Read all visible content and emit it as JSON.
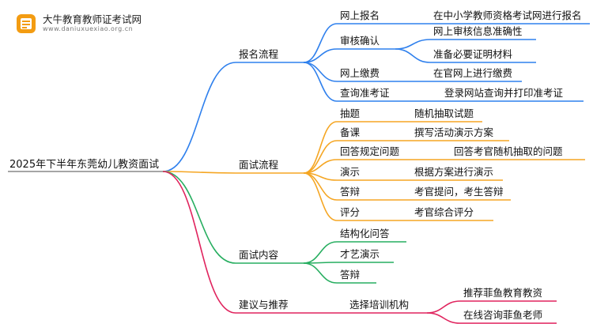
{
  "logo": {
    "name": "大牛教育教师证考试网",
    "url": "www.daniuxuexiao.org.cn"
  },
  "root": "2025年下半年东莞幼儿教资面试",
  "colors": {
    "blue": "#2f80ed",
    "orange": "#f5a623",
    "green": "#27ae60",
    "pink": "#e0245e"
  },
  "branches": [
    {
      "label": "报名流程",
      "color": "blue",
      "children": [
        {
          "label": "网上报名",
          "children": [
            "在中小学教师资格考试网进行报名"
          ]
        },
        {
          "label": "审核确认",
          "children": [
            "网上审核信息准确性",
            "准备必要证明材料"
          ]
        },
        {
          "label": "网上缴费",
          "children": [
            "在官网上进行缴费"
          ]
        },
        {
          "label": "查询准考证",
          "children": [
            "登录网站查询并打印准考证"
          ]
        }
      ]
    },
    {
      "label": "面试流程",
      "color": "orange",
      "children": [
        {
          "label": "抽题",
          "children": [
            "随机抽取试题"
          ]
        },
        {
          "label": "备课",
          "children": [
            "撰写活动演示方案"
          ]
        },
        {
          "label": "回答规定问题",
          "children": [
            "回答考官随机抽取的问题"
          ]
        },
        {
          "label": "演示",
          "children": [
            "根据方案进行演示"
          ]
        },
        {
          "label": "答辩",
          "children": [
            "考官提问，考生答辩"
          ]
        },
        {
          "label": "评分",
          "children": [
            "考官综合评分"
          ]
        }
      ]
    },
    {
      "label": "面试内容",
      "color": "green",
      "children": [
        {
          "label": "结构化问答",
          "children": []
        },
        {
          "label": "才艺演示",
          "children": []
        },
        {
          "label": "答辩",
          "children": []
        }
      ]
    },
    {
      "label": "建议与推荐",
      "color": "pink",
      "children": [
        {
          "label": "选择培训机构",
          "children": [
            "推荐菲鱼教育教资",
            "在线咨询菲鱼老师"
          ]
        }
      ]
    }
  ]
}
